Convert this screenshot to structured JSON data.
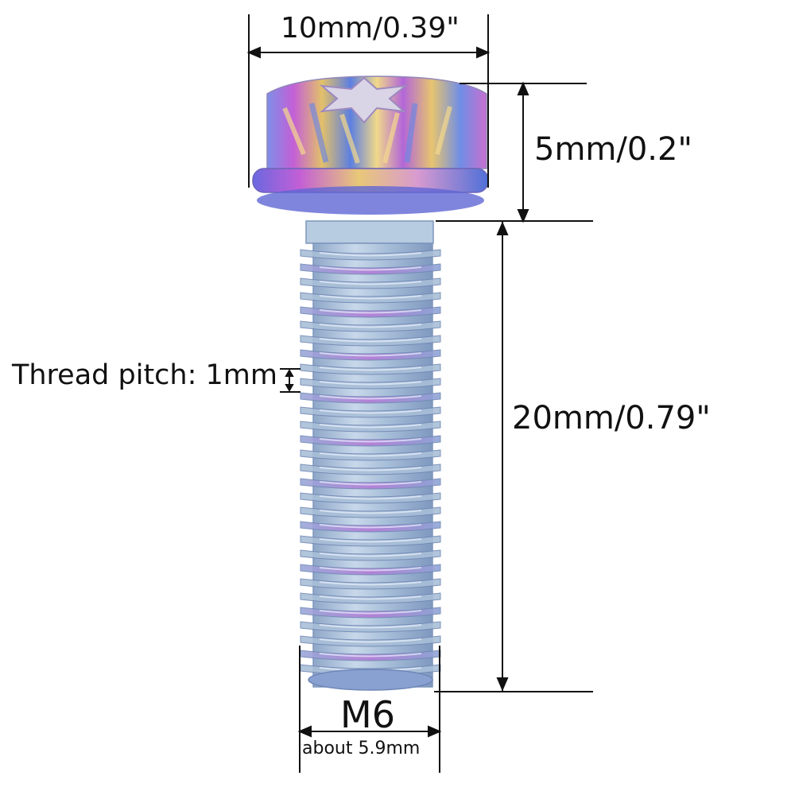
{
  "dimensions": {
    "head_width": "10mm/0.39\"",
    "head_height": "5mm/0.2\"",
    "shank_length": "20mm/0.79\"",
    "thread_pitch": "Thread pitch: 1mm",
    "thread_size": "M6",
    "thread_diameter": "about 5.9mm"
  },
  "colors": {
    "line": "#111111",
    "thread_steel": "#9db9d6",
    "thread_purple": "#b27ad6",
    "head_gold": "#e3c06a",
    "head_blue": "#5c7fe0",
    "head_magenta": "#c35fd6"
  }
}
